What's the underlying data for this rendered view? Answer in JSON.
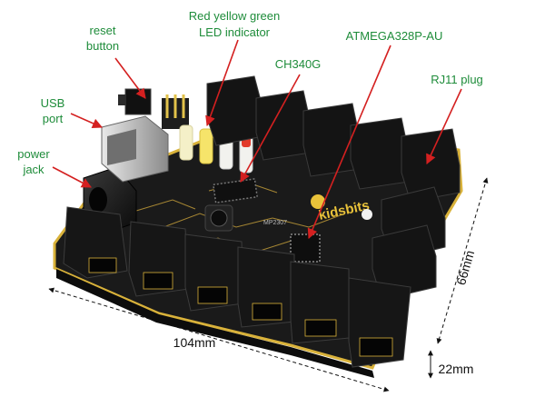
{
  "labels": {
    "reset_line1": "reset",
    "reset_line2": "button",
    "led_line1": "Red yellow green",
    "led_line2": "LED indicator",
    "mcu": "ATMEGA328P-AU",
    "usb_chip": "CH340G",
    "rj11": "RJ11 plug",
    "usb_line1": "USB",
    "usb_line2": "port",
    "power_line1": "power",
    "power_line2": "jack"
  },
  "board": {
    "logo": "kidsbits",
    "chip_marking": "MP2307"
  },
  "dimensions": {
    "width": "104mm",
    "depth": "66mm",
    "height": "22mm"
  },
  "colors": {
    "label_text": "#1e8c3a",
    "pointer": "#d42020",
    "pcb": "#141414",
    "gold": "#d9b23a"
  }
}
